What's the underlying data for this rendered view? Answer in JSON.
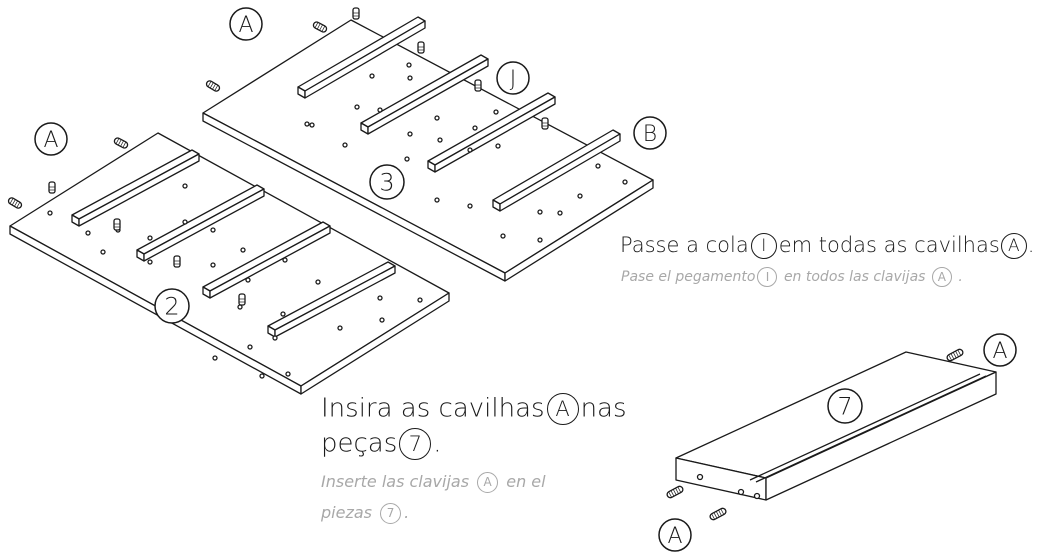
{
  "callouts": {
    "dowel_A": "A",
    "rail_B": "B",
    "peg_J": "J",
    "panel_3": "3",
    "panel_2": "2",
    "panel_7": "7"
  },
  "instructions": {
    "glue": {
      "pt_before": "Passe a cola",
      "pt_glue_ref": "I",
      "pt_middle": "em todas as cavilhas",
      "pt_dowel_ref": "A",
      "pt_end": ".",
      "es_before": "Pase el pegamento",
      "es_glue_ref": "I",
      "es_middle": "en todos las clavijas",
      "es_dowel_ref": "A",
      "es_end": "."
    },
    "insert": {
      "pt_line1_before": "Insira as cavilhas",
      "pt_dowel_ref": "A",
      "pt_line1_after": "nas",
      "pt_line2_before": "peças",
      "pt_piece_ref": "7",
      "pt_end": ".",
      "es_line1_before": "Inserte las clavijas",
      "es_dowel_ref": "A",
      "es_line1_after": "en el",
      "es_line2_before": "piezas",
      "es_piece_ref": "7",
      "es_end": "."
    }
  },
  "colors": {
    "line": "#1a1a1a",
    "fill": "#ffffff",
    "spanish_text": "#a8a8a8"
  }
}
